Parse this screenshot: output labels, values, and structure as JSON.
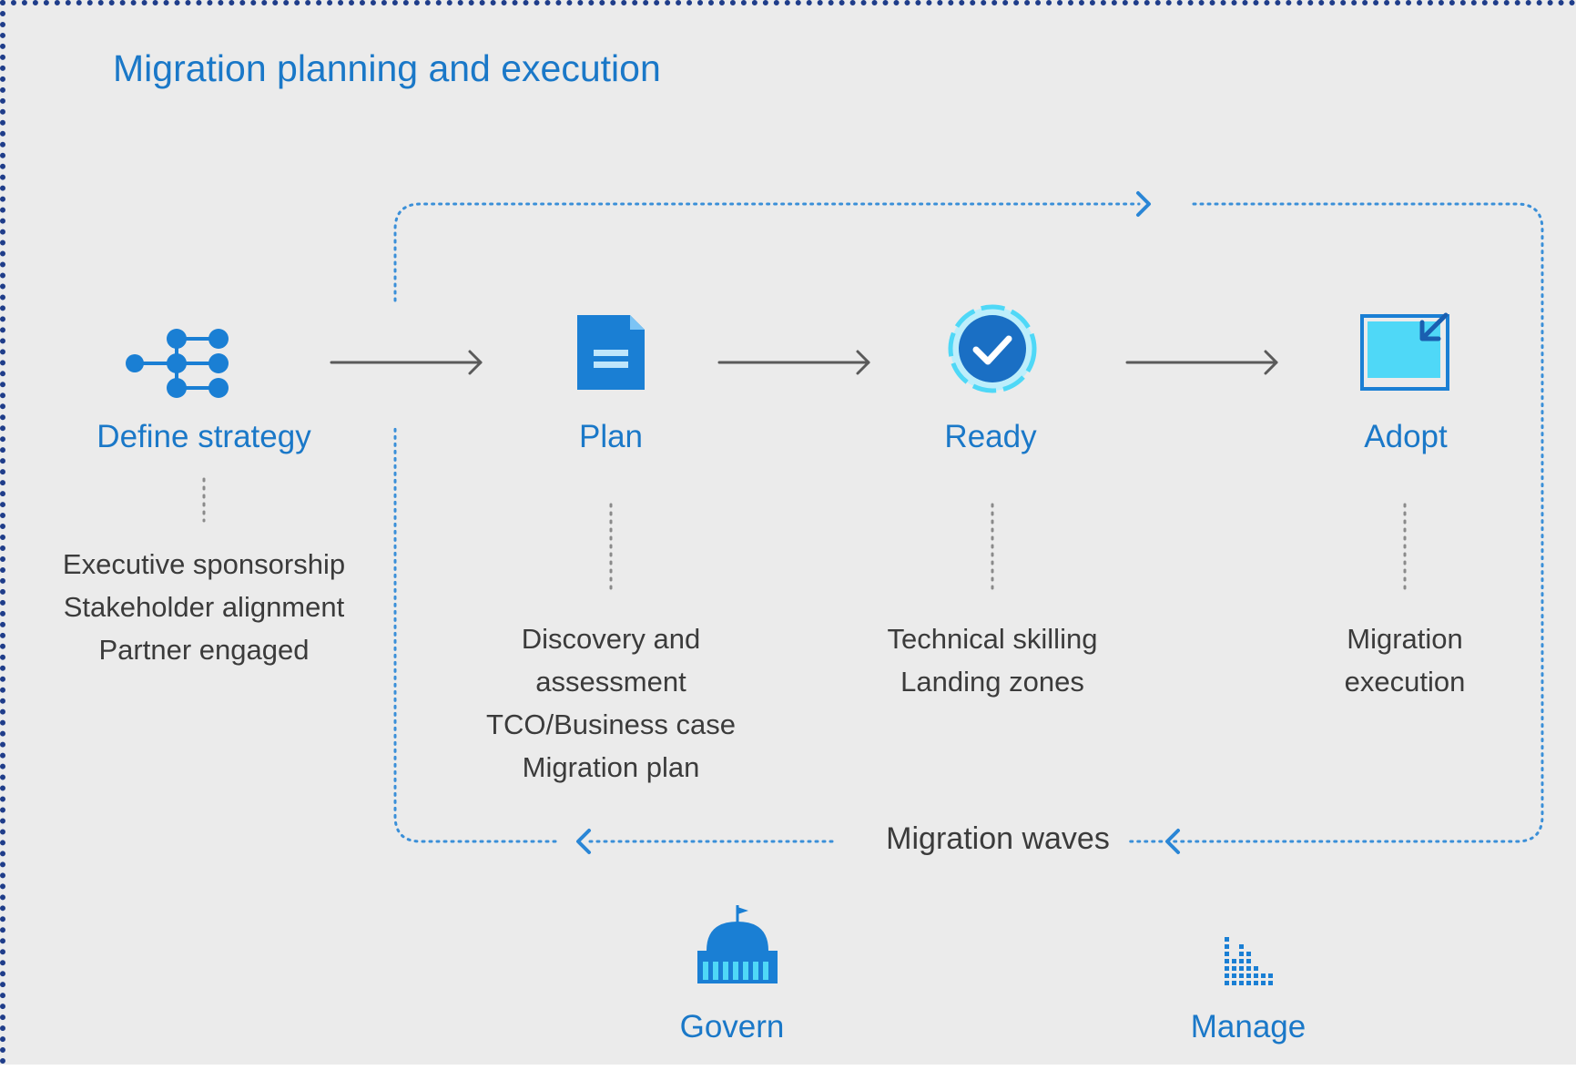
{
  "title": "Migration planning and execution",
  "stages": [
    {
      "label": "Define strategy",
      "icon": "strategy-network-icon",
      "items": [
        "Executive sponsorship",
        "Stakeholder alignment",
        "Partner engaged"
      ]
    },
    {
      "label": "Plan",
      "icon": "document-icon",
      "items": [
        "Discovery and",
        "assessment",
        "TCO/Business case",
        "Migration plan"
      ]
    },
    {
      "label": "Ready",
      "icon": "check-circle-icon",
      "items": [
        "Technical skilling",
        "Landing zones"
      ]
    },
    {
      "label": "Adopt",
      "icon": "adopt-arrow-box-icon",
      "items": [
        "Migration",
        "execution"
      ]
    }
  ],
  "loop_label": "Migration waves",
  "bottom": [
    {
      "label": "Govern",
      "icon": "capitol-building-icon"
    },
    {
      "label": "Manage",
      "icon": "dot-bar-chart-icon"
    }
  ],
  "colors": {
    "accent": "#1a78c8",
    "icon_fill": "#1a7fd4",
    "light_cyan": "#4fd8f7",
    "background": "#ebebeb",
    "frame_border": "#1f3d8a",
    "text": "#3b3b3b"
  }
}
